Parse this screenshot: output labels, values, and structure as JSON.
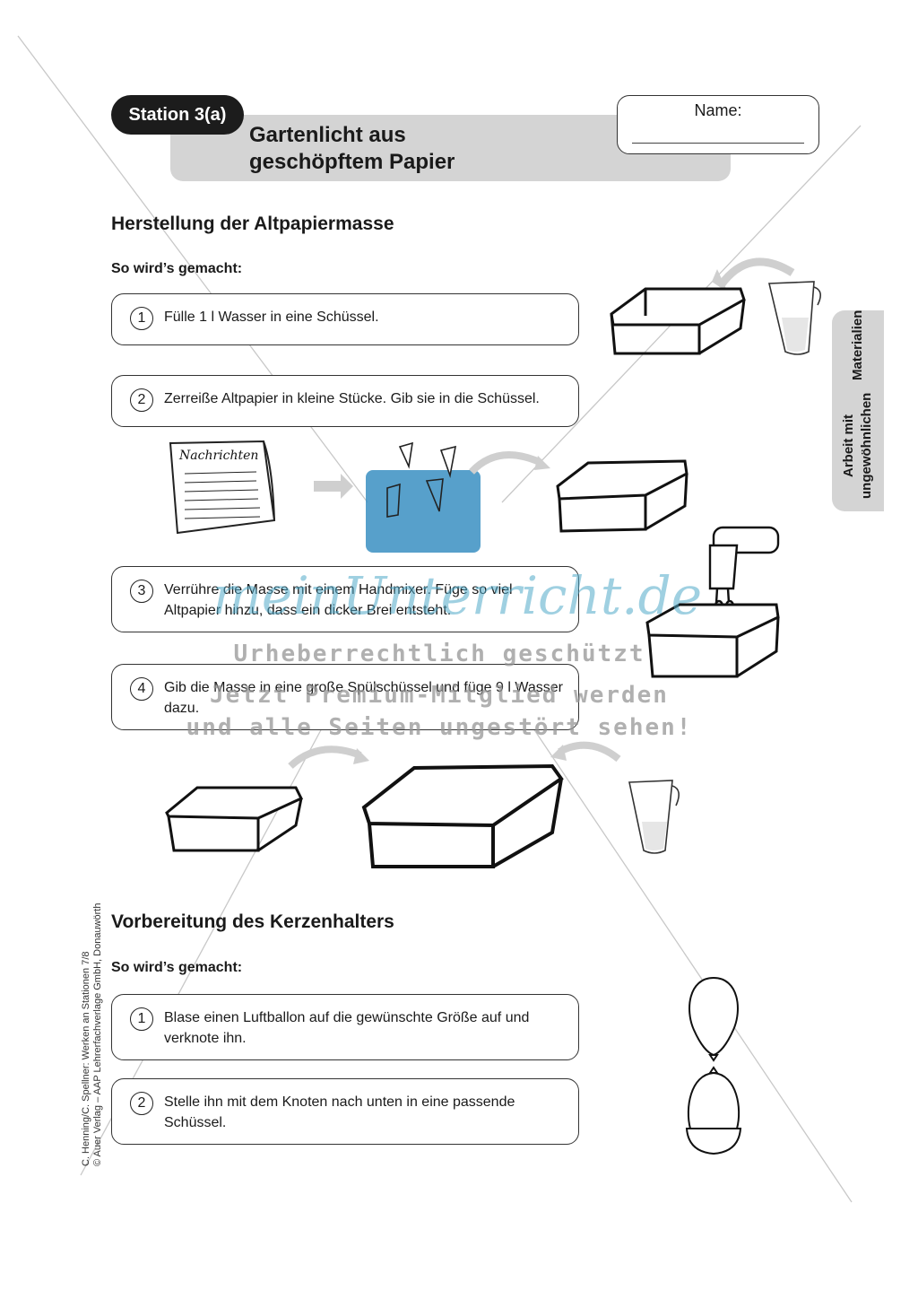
{
  "header": {
    "station": "Station 3(a)",
    "title_line1": "Gartenlicht aus",
    "title_line2": "geschöpftem Papier",
    "name_label": "Name:"
  },
  "side_tab": {
    "line1": "Arbeit mit ungewöhnlichen",
    "line2": "Materialien"
  },
  "section1": {
    "heading": "Herstellung der Altpapiermasse",
    "subheading": "So wird’s gemacht:",
    "steps": [
      {
        "num": "1",
        "text": "Fülle 1 l Wasser in eine Schüssel."
      },
      {
        "num": "2",
        "text": "Zerreiße Altpapier in kleine Stücke. Gib sie in die Schüssel."
      },
      {
        "num": "3",
        "text": "Verrühre die Masse mit einem Handmixer. Füge so viel Altpapier hinzu, dass ein dicker Brei entsteht."
      },
      {
        "num": "4",
        "text": "Gib die Masse in eine große Spülschüssel und füge 9 l Wasser dazu."
      }
    ],
    "newspaper_label": "Nachrichten"
  },
  "section2": {
    "heading": "Vorbereitung des Kerzenhalters",
    "subheading": "So wird’s gemacht:",
    "steps": [
      {
        "num": "1",
        "text": "Blase einen Luftballon auf die gewünschte Größe auf und verknote ihn."
      },
      {
        "num": "2",
        "text": "Stelle ihn mit dem Knoten nach unten in eine passende Schüssel."
      }
    ]
  },
  "copyright": {
    "line1": "C. Henning/C. Spellner: Werken an Stationen 7/8",
    "line2": "© Auer Verlag – AAP Lehrerfachverlage GmbH, Donauwörth"
  },
  "watermark": {
    "logo": "meinUnterricht.de",
    "line1": "Urheberrechtlich geschützt",
    "line2": "Jetzt Premium-Mitglied werden",
    "line3": "und alle Seiten ungestört sehen!"
  },
  "colors": {
    "band_gray": "#d4d4d4",
    "pill_black": "#1c1c1c",
    "watermark_blue": "#3a8fc2"
  }
}
